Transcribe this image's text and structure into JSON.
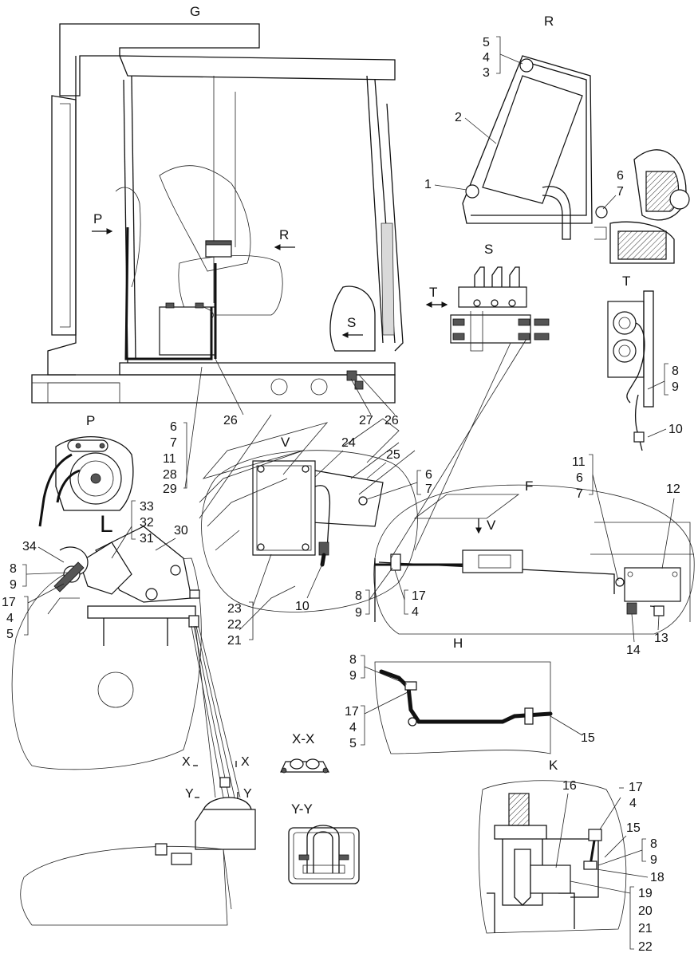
{
  "views": {
    "G": "G",
    "R": "R",
    "S": "S",
    "T": "T",
    "P": "P",
    "V": "V",
    "F": "F",
    "H": "H",
    "K": "K",
    "XX": "X-X",
    "YY": "Y-Y",
    "arrowP": "P",
    "arrowR": "R",
    "arrowS": "S",
    "arrowT": "T",
    "arrowV": "V",
    "X1": "X",
    "X2": "X",
    "Y1": "Y",
    "Y2": "Y",
    "L": "L"
  },
  "callouts": {
    "r5": "5",
    "r4": "4",
    "r3": "3",
    "r2": "2",
    "r1": "1",
    "r6": "6",
    "r7": "7",
    "t8": "8",
    "t9": "9",
    "t10": "10",
    "g6": "6",
    "g7": "7",
    "g11": "11",
    "g28": "28",
    "g29": "29",
    "g26a": "26",
    "g27": "27",
    "g26b": "26",
    "v24": "24",
    "v25": "25",
    "v6": "6",
    "v7": "7",
    "v10": "10",
    "v23": "23",
    "v22": "22",
    "v21": "21",
    "f11": "11",
    "f6": "6",
    "f7": "7",
    "f12": "12",
    "f8": "8",
    "f9": "9",
    "f17": "17",
    "f4": "4",
    "f14": "14",
    "f13": "13",
    "p33": "33",
    "p32": "32",
    "p31": "31",
    "p30": "30",
    "p34": "34",
    "p8": "8",
    "p9": "9",
    "p17": "17",
    "p4": "4",
    "p5": "5",
    "h8": "8",
    "h9": "9",
    "h17": "17",
    "h4": "4",
    "h5": "5",
    "h15": "15",
    "k16": "16",
    "k17": "17",
    "k4": "4",
    "k15": "15",
    "k8": "8",
    "k9": "9",
    "k18": "18",
    "k19": "19",
    "k20": "20",
    "k21": "21",
    "k22": "22"
  }
}
